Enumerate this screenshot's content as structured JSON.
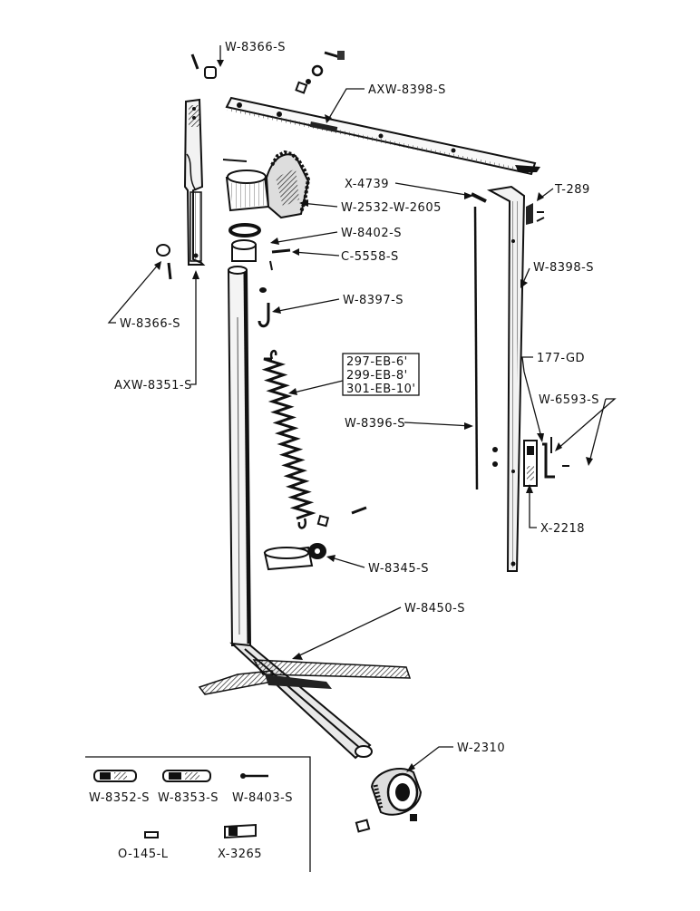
{
  "labels": {
    "w8366_top": "W-8366-S",
    "axw8398": "AXW-8398-S",
    "x4739": "X-4739",
    "t289": "T-289",
    "w2532": "W-2532-W-2605",
    "w8402": "W-8402-S",
    "c5558": "C-5558-S",
    "w8398": "W-8398-S",
    "w8366_left": "W-8366-S",
    "w8397": "W-8397-S",
    "axw8351": "AXW-8351-S",
    "spring_1": "297-EB-6'",
    "spring_2": "299-EB-8'",
    "spring_3": "301-EB-10'",
    "gd177": "177-GD",
    "w6593": "W-6593-S",
    "w8396": "W-8396-S",
    "x2218": "X-2218",
    "w8345": "W-8345-S",
    "w8450": "W-8450-S",
    "w2310": "W-2310"
  },
  "inset": {
    "w8352": "W-8352-S",
    "w8353": "W-8353-S",
    "w8403": "W-8403-S",
    "o145": "O-145-L",
    "x3265": "X-3265"
  }
}
